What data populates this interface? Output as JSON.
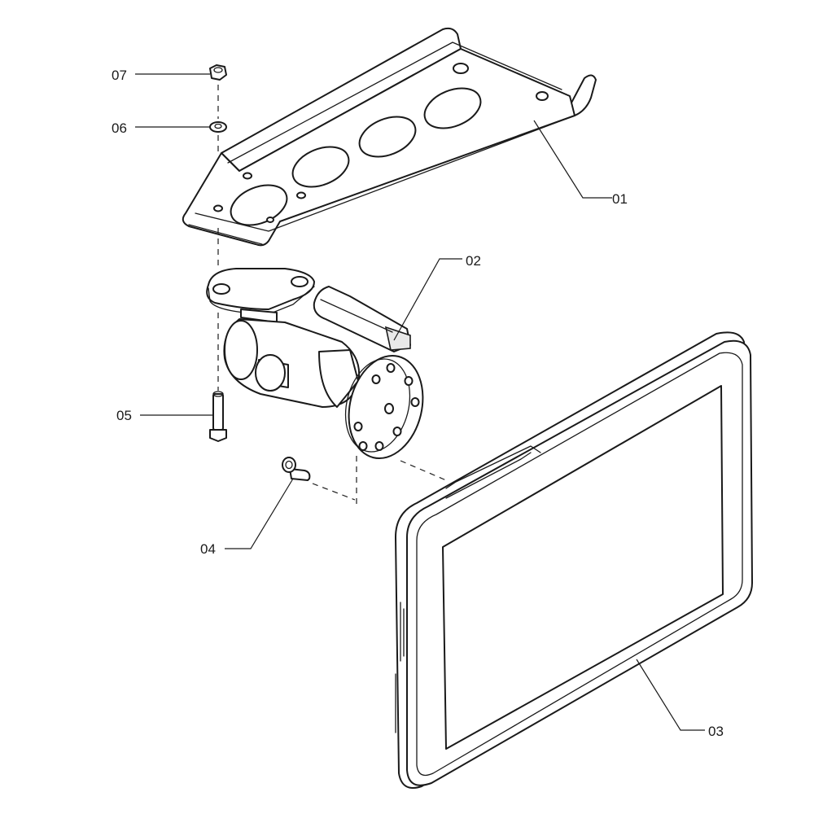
{
  "callouts": {
    "c01": "01",
    "c02": "02",
    "c03": "03",
    "c04": "04",
    "c05": "05",
    "c06": "06",
    "c07": "07"
  },
  "colors": {
    "line": "#1a1a1a",
    "background": "#ffffff"
  }
}
